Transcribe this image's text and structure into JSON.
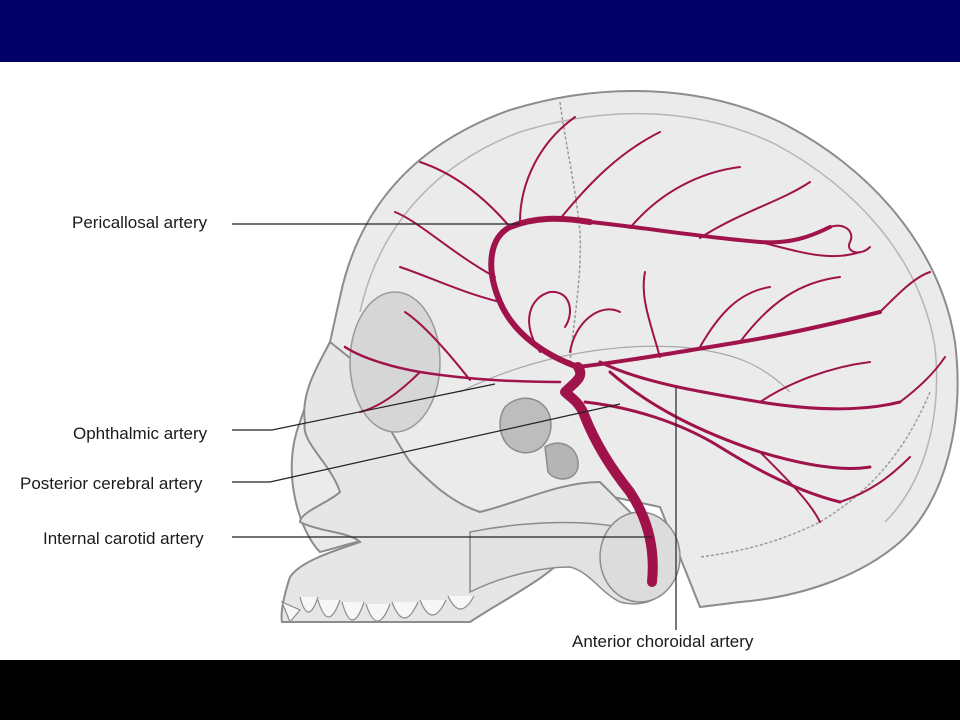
{
  "slide": {
    "header_color": "#000066",
    "footer_color": "#000000"
  },
  "diagram": {
    "labels": {
      "pericallosal": "Pericallosal artery",
      "ophthalmic": "Ophthalmic artery",
      "posterior_cerebral": "Posterior cerebral artery",
      "internal_carotid": "Internal carotid artery",
      "anterior_choroidal": "Anterior choroidal artery"
    },
    "colors": {
      "artery": "#a0134a",
      "skull_fill": "#ebebeb",
      "skull_outline": "#8c8c8c",
      "leader_line": "#222222"
    }
  }
}
